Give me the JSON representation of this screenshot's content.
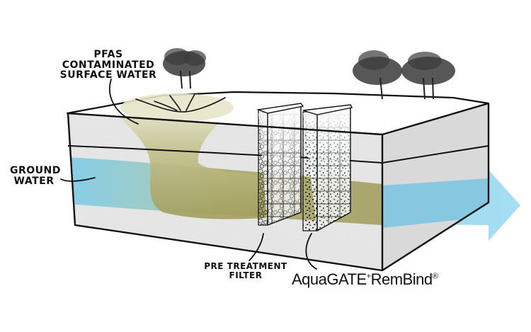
{
  "diagram": {
    "type": "cross-section illustration",
    "subject": "PFAS groundwater remediation with permeable reactive barrier",
    "labels": {
      "surface_water": [
        "PFAS",
        "CONTAMINATED",
        "SURFACE WATER"
      ],
      "ground_water": [
        "GROUND",
        "WATER"
      ],
      "pre_treatment": [
        "PRE TREATMENT",
        "FILTER"
      ],
      "brand_main": "AquaGATE",
      "brand_plus": "+",
      "brand_second": "RemBind",
      "brand_reg": "®"
    },
    "colors": {
      "outline": "#111111",
      "soil": "#e9e9e9",
      "soil_side": "#dcdcdc",
      "groundwater": "#7ccbe8",
      "arrow": "#8fd4ef",
      "plume": "#a8a468",
      "plume_light": "#d8d6b0",
      "tree": "#333333"
    },
    "elements": [
      {
        "id": "soil-block",
        "desc": "3D block of soil"
      },
      {
        "id": "surface-depression",
        "desc": "contaminated surface water source"
      },
      {
        "id": "contaminant-plume",
        "desc": "olive-colored PFAS plume descending to aquifer"
      },
      {
        "id": "groundwater-band",
        "desc": "blue groundwater layer"
      },
      {
        "id": "pre-treatment-filter",
        "desc": "gabion wall with coarse gravel"
      },
      {
        "id": "aquagate-rembind-barrier",
        "desc": "gabion wall with reactive media"
      },
      {
        "id": "flow-arrow",
        "desc": "treated groundwater outflow arrow"
      },
      {
        "id": "trees",
        "count": 4
      }
    ]
  }
}
